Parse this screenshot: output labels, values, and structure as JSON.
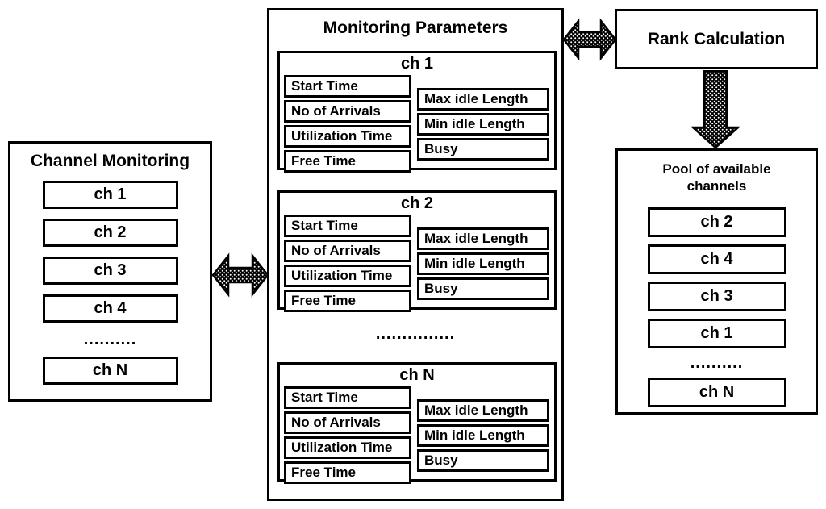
{
  "colors": {
    "line": "#000000",
    "background": "#ffffff"
  },
  "left_panel": {
    "title": "Channel Monitoring",
    "items": [
      "ch 1",
      "ch 2",
      "ch 3",
      "ch 4"
    ],
    "ellipsis": "..........",
    "last_item": "ch N"
  },
  "middle_panel": {
    "title": "Monitoring Parameters",
    "ellipsis": "...............",
    "sections": [
      {
        "title": "ch 1",
        "left_params": [
          "Start Time",
          "No of Arrivals",
          "Utilization Time",
          "Free Time"
        ],
        "right_params": [
          "Max idle Length",
          "Min idle Length",
          "Busy"
        ]
      },
      {
        "title": "ch 2",
        "left_params": [
          "Start Time",
          "No of Arrivals",
          "Utilization Time",
          "Free Time"
        ],
        "right_params": [
          "Max idle Length",
          "Min idle Length",
          "Busy"
        ]
      },
      {
        "title": "ch N",
        "left_params": [
          "Start Time",
          "No of Arrivals",
          "Utilization Time",
          "Free Time"
        ],
        "right_params": [
          "Max idle Length",
          "Min idle Length",
          "Busy"
        ]
      }
    ]
  },
  "rank_box": {
    "title": "Rank Calculation"
  },
  "pool_panel": {
    "title_line1": "Pool of available",
    "title_line2": "channels",
    "items": [
      "ch 2",
      "ch 4",
      "ch 3",
      "ch 1"
    ],
    "ellipsis": "..........",
    "last_item": "ch N"
  },
  "arrows": [
    {
      "name": "channel-monitoring-to-parameters",
      "type": "double-horizontal"
    },
    {
      "name": "parameters-to-rank-calculation",
      "type": "double-horizontal"
    },
    {
      "name": "rank-calculation-to-pool",
      "type": "down"
    }
  ]
}
